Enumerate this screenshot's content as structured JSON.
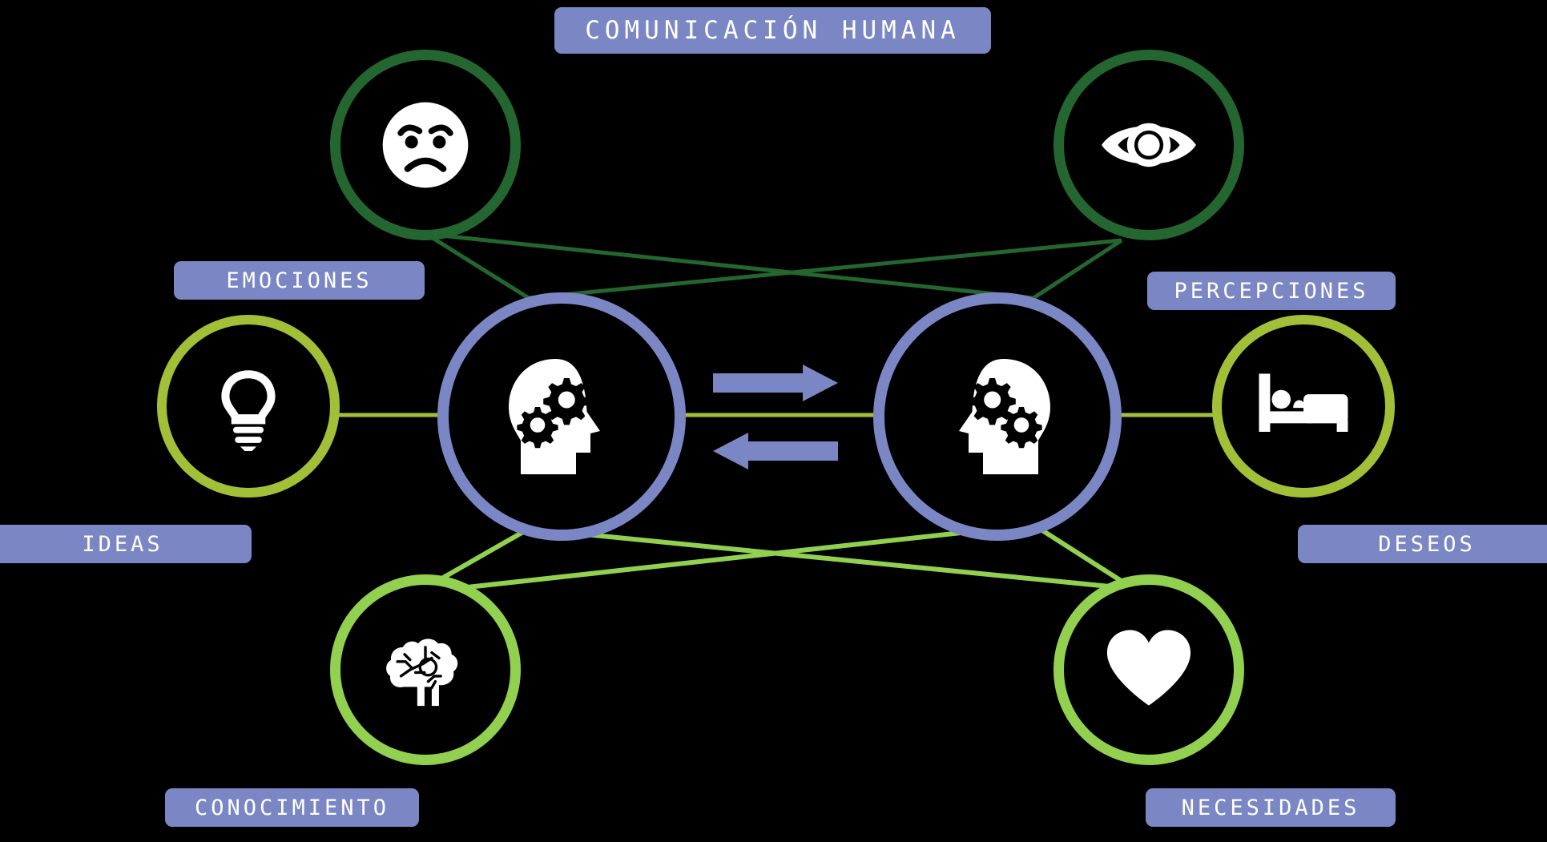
{
  "diagram": {
    "title": "COMUNICACIÓN HUMANA",
    "background_color": "#000000",
    "label_color": "#7b87c4",
    "label_text_color": "#ffffff",
    "colors": {
      "periwinkle": "#7b87c4",
      "dark_green": "#23662f",
      "olive_green": "#a2c037",
      "light_green": "#92d050",
      "icon_white": "#ffffff"
    }
  },
  "center": {
    "left_head": {
      "icon": "head-with-gears-icon",
      "ring_color": "#7b87c4"
    },
    "right_head": {
      "icon": "head-with-gears-mirrored-icon",
      "ring_color": "#7b87c4"
    },
    "arrow_right": {
      "icon": "arrow-right-icon",
      "color": "#7b87c4"
    },
    "arrow_left": {
      "icon": "arrow-left-icon",
      "color": "#7b87c4"
    }
  },
  "nodes": [
    {
      "id": "emociones",
      "label": "EMOCIONES",
      "icon": "sad-face-icon",
      "ring_color": "#23662f"
    },
    {
      "id": "percepciones",
      "label": "PERCEPCIONES",
      "icon": "eye-icon",
      "ring_color": "#23662f"
    },
    {
      "id": "ideas",
      "label": "IDEAS",
      "icon": "lightbulb-icon",
      "ring_color": "#a2c037"
    },
    {
      "id": "deseos",
      "label": "DESEOS",
      "icon": "bed-icon",
      "ring_color": "#a2c037"
    },
    {
      "id": "conocimiento",
      "label": "CONOCIMIENTO",
      "icon": "brain-icon",
      "ring_color": "#92d050"
    },
    {
      "id": "necesidades",
      "label": "NECESIDADES",
      "icon": "heart-icon",
      "ring_color": "#92d050"
    }
  ],
  "connections": [
    {
      "from": "emociones",
      "to": "left_head",
      "color": "#23662f"
    },
    {
      "from": "emociones",
      "to": "right_head",
      "color": "#23662f"
    },
    {
      "from": "percepciones",
      "to": "left_head",
      "color": "#23662f"
    },
    {
      "from": "percepciones",
      "to": "right_head",
      "color": "#23662f"
    },
    {
      "from": "ideas",
      "to": "left_head",
      "color": "#a2c037"
    },
    {
      "from": "deseos",
      "to": "right_head",
      "color": "#a2c037"
    },
    {
      "from": "left_head",
      "to": "right_head",
      "color": "#a2c037"
    },
    {
      "from": "conocimiento",
      "to": "left_head",
      "color": "#92d050"
    },
    {
      "from": "conocimiento",
      "to": "right_head",
      "color": "#92d050"
    },
    {
      "from": "necesidades",
      "to": "left_head",
      "color": "#92d050"
    },
    {
      "from": "necesidades",
      "to": "right_head",
      "color": "#92d050"
    }
  ]
}
